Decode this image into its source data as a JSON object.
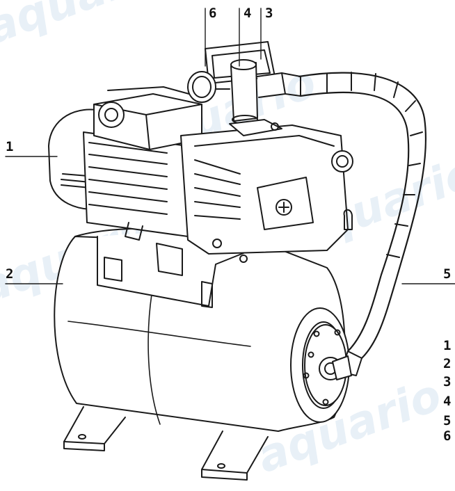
{
  "diagram": {
    "callouts": {
      "c1": "1",
      "c2": "2",
      "c3": "3",
      "c4": "4",
      "c5": "5",
      "c6": "6"
    },
    "legend": [
      "1",
      "2",
      "3",
      "4",
      "5",
      "6"
    ],
    "watermark": "aquario"
  }
}
